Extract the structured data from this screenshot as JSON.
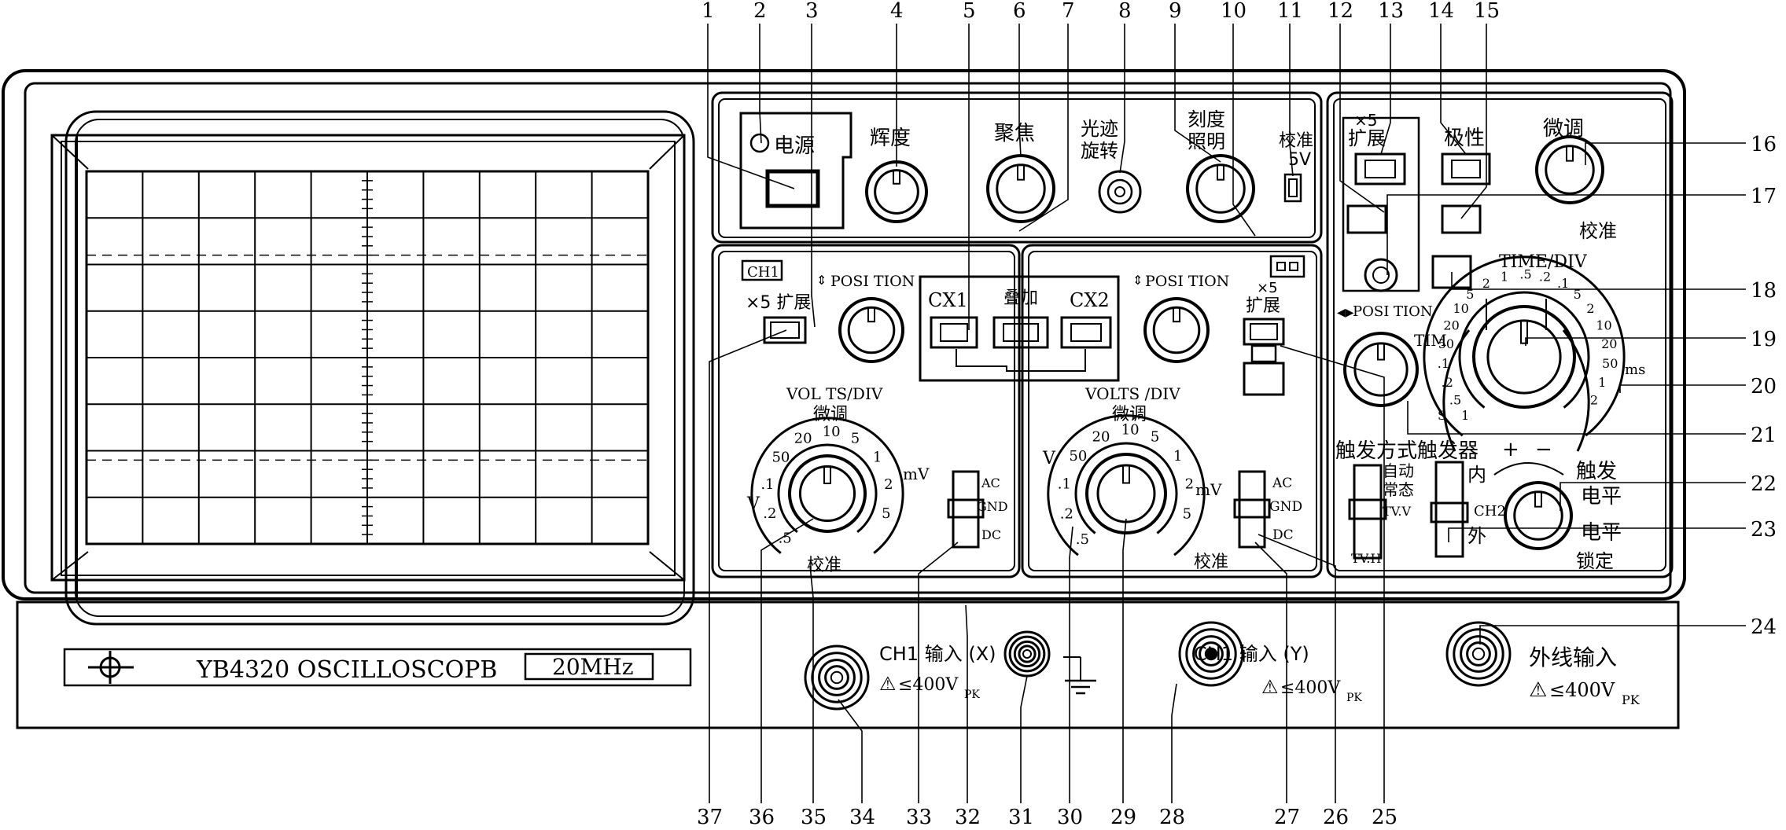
{
  "callouts": {
    "top": [
      "1",
      "2",
      "3",
      "4",
      "5",
      "6",
      "7",
      "8",
      "9",
      "10",
      "11",
      "12",
      "13",
      "14",
      "15"
    ],
    "right": [
      "16",
      "17",
      "18",
      "19",
      "20",
      "21",
      "22",
      "23",
      "24"
    ],
    "bottom": [
      "37",
      "36",
      "35",
      "34",
      "33",
      "32",
      "31",
      "30",
      "29",
      "28",
      "27",
      "26",
      "25"
    ]
  },
  "panel": {
    "power": "电源",
    "brightness": "辉度",
    "focus": "聚焦",
    "trace_rotation_1": "光迹",
    "trace_rotation_2": "旋转",
    "scale_illum_1": "刻度",
    "scale_illum_2": "照明",
    "calibrate": "校准",
    "cal_voltage": "5V",
    "x5_small": "×5",
    "expand": "扩展",
    "polarity": "极性",
    "fine": "微调",
    "fine_cal": "校准",
    "ch1_tag": "CH1",
    "x5_expand": "×5 扩展",
    "position": "POSI TION",
    "position_small": "POSI TION",
    "cx1": "CX1",
    "overlay": "叠加",
    "cx2": "CX2",
    "volts_div_1": "VOL TS/DIV",
    "volts_div_2": "VOLTS /DIV",
    "fine_1": "微调",
    "fine_2": "微调",
    "v": "V",
    "mv": "mV",
    "cal_mark": "校准",
    "ac": "AC",
    "gnd": "GND",
    "dc": "DC",
    "time_div": "TIME/DIV",
    "tim": "TIM",
    "s": "S",
    "ms": "ms",
    "trigger_mode": "触发方式",
    "trigger_source": "触发器",
    "auto": "自动",
    "normal": "常态",
    "tvv": "TV.V",
    "tvh": "TV.H",
    "internal": "内",
    "ch2": "CH2",
    "external": "外",
    "plus": "+",
    "minus": "−",
    "trigger": "触发",
    "level": "电平",
    "level_2": "电平",
    "lock": "锁定"
  },
  "bottom_bar": {
    "model": "YB4320 OSCILLOSCOPB",
    "bandwidth": "20MHz",
    "ch1_input_x": "CH1 输入 (X)",
    "ch1_input_y": "CH1 输入 (Y)",
    "max_voltage_1": "≤400V",
    "max_voltage_2": "≤400V",
    "max_voltage_3": "≤400V",
    "pk": "PK",
    "ext_input": "外线输入"
  },
  "dials": {
    "ch1_scale": [
      ".5",
      ".2",
      ".1",
      "50",
      "20",
      "10",
      "5",
      "1",
      "2",
      "5"
    ],
    "ch2_scale": [
      ".5",
      ".2",
      ".1",
      "50",
      "20",
      "10",
      "5",
      "1",
      "2",
      "5"
    ],
    "time_scale": [
      "1",
      ".5",
      ".2",
      ".1",
      "50",
      "20",
      "10",
      "5",
      "2",
      "1",
      ".5",
      ".2",
      ".1",
      "5",
      "2",
      "10",
      "20",
      "50",
      "1",
      "2"
    ]
  }
}
